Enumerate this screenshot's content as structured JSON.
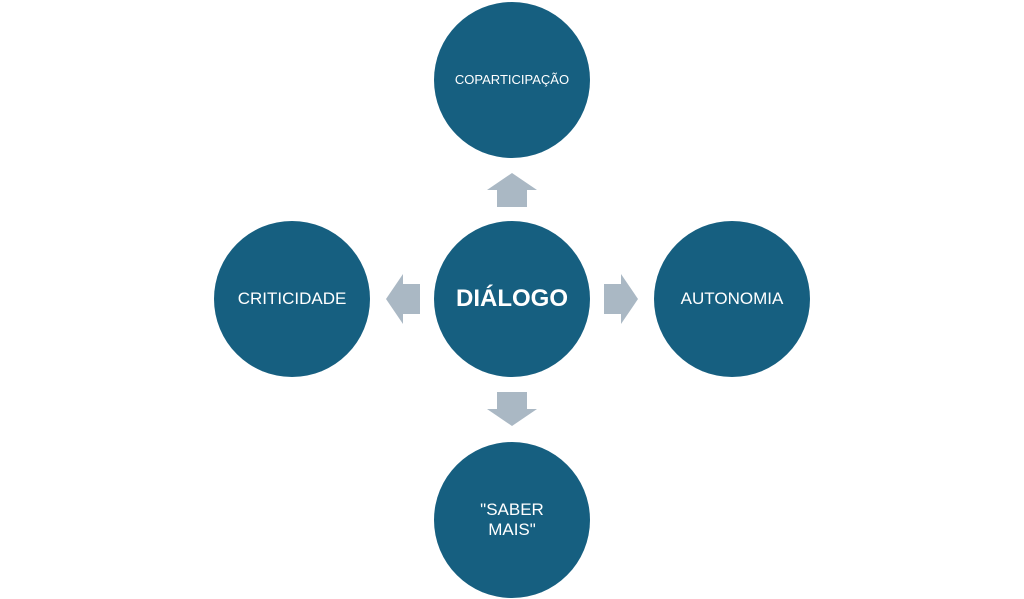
{
  "colors": {
    "node_fill": "#165f80",
    "arrow_fill": "#aab8c4",
    "text": "#ffffff"
  },
  "nodes": {
    "center": "DIÁLOGO",
    "top": "COPARTICIPAÇÃO",
    "left": "CRITICIDADE",
    "right": "AUTONOMIA",
    "bottom": "\"SABER\nMAIS\""
  }
}
